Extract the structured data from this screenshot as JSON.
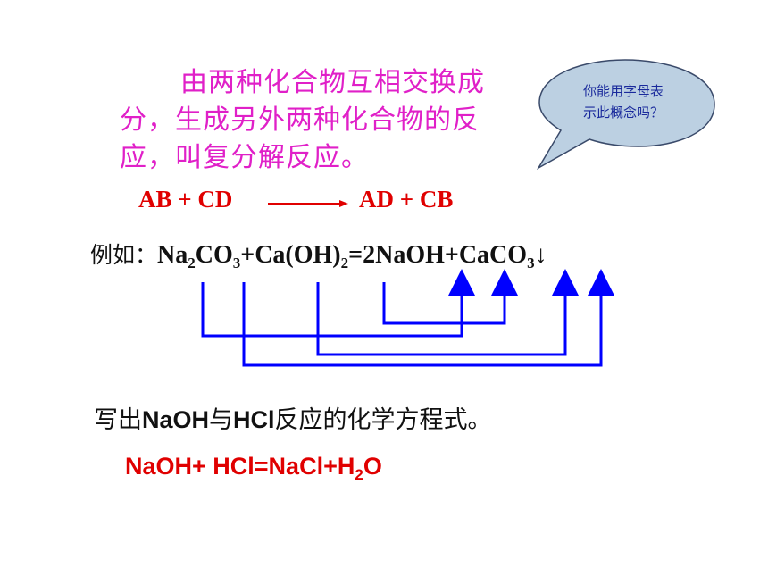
{
  "definition": {
    "line1": "由两种化合物互相交换成",
    "line2": "分，生成另外两种化合物的反",
    "line3": "应，叫复分解反应。"
  },
  "bubble": {
    "line1": "你能用字母表",
    "line2": "示此概念吗？"
  },
  "general_formula": {
    "left": "AB + CD",
    "right": "AD + CB"
  },
  "example": {
    "label": "例如：",
    "parts": {
      "na": "Na",
      "s1": "2",
      "co": "CO",
      "s2": "3",
      "ca": "+Ca(OH)",
      "s3": "2",
      "prod": "=2NaOH+CaCO",
      "s4": "3",
      "down": "↓"
    }
  },
  "task": {
    "pre": "写出",
    "naoh": "NaOH",
    "mid": "与",
    "hcl": "HCl",
    "post": "反应的化学方程式。"
  },
  "answer": {
    "main": "NaOH+ HCl=NaCl+H",
    "sub": "2",
    "tail": "O"
  },
  "colors": {
    "definition": "#e020c8",
    "formula": "#e00000",
    "arrows": "#0000ff",
    "bubble_fill": "#bcd0e2",
    "bubble_text": "#1a2a9c"
  }
}
